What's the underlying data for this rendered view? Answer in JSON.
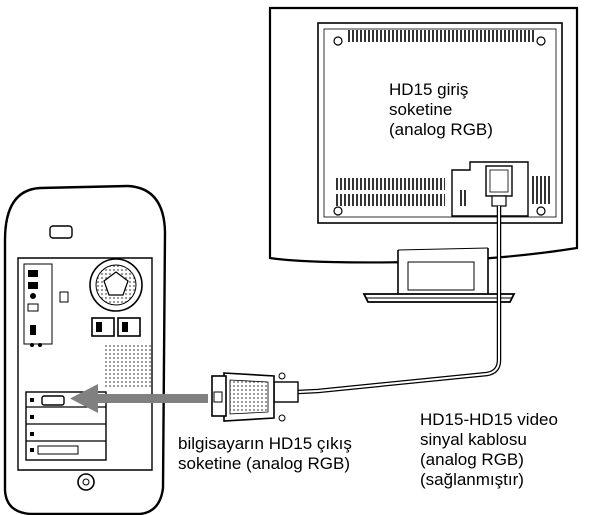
{
  "labels": {
    "monitor_input": [
      "HD15 giriş",
      "soketine",
      "(analog RGB)"
    ],
    "computer_output": [
      "bilgisayarın HD15 çıkış",
      "soketine (analog RGB)"
    ],
    "cable": [
      "HD15-HD15 video",
      "sinyal kablosu",
      "(analog RGB)",
      "(sağlanmıştır)"
    ]
  }
}
